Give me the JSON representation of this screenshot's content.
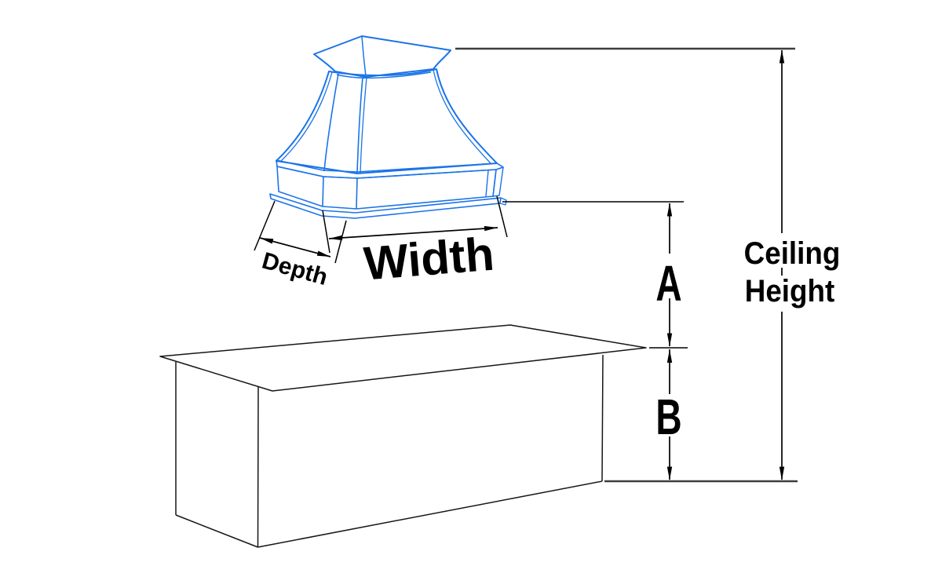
{
  "labels": {
    "width": "Width",
    "depth": "Depth",
    "a": "A",
    "b": "B",
    "ceiling_line1": "Ceiling",
    "ceiling_line2": "Height"
  },
  "colors": {
    "hood_outline_blue": "#1b74e8",
    "dimension_black": "#000000",
    "reference_line_gray": "#3d3d3d",
    "hood_fill_light": "#f7f7f7",
    "hood_fill_dark": "#c2c2c2",
    "background": "#ffffff"
  }
}
